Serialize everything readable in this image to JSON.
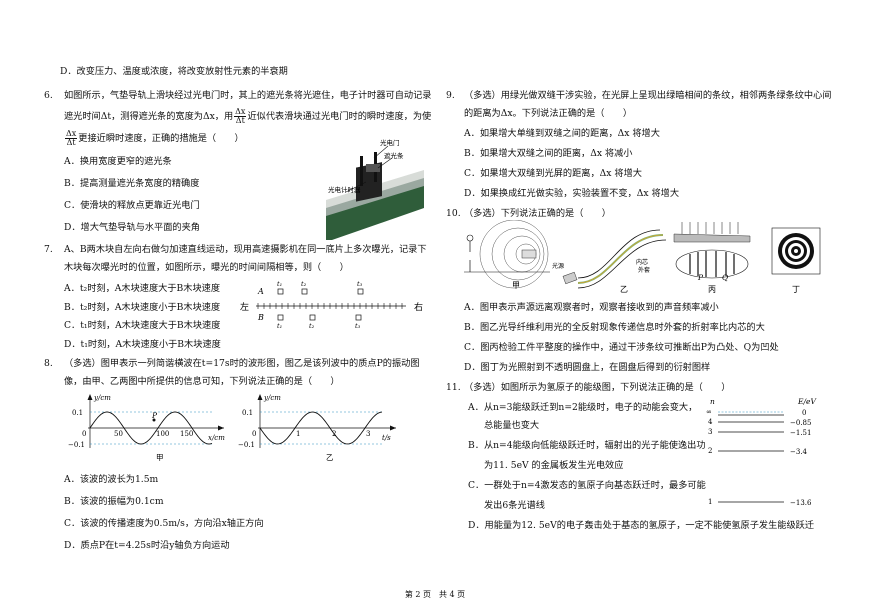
{
  "q5": {
    "optD": "D．改变压力、温度或浓度，将改变放射性元素的半衰期"
  },
  "q6": {
    "num": "6.",
    "l1": "如图所示，气垫导轨上滑块经过光电门时，其上的遮光条将光遮住，电子计时器可自动记录",
    "l2": "遮光时间Δt，测得遮光条的宽度为Δx，用",
    "l2b": "近似代表滑块通过光电门时的瞬时速度，为使",
    "l3": "更接近瞬时速度，正确的措施是（　　）",
    "frac_t": "Δx",
    "frac_b": "Δt",
    "opts": [
      "A．换用宽度更窄的遮光条",
      "B．提高测量遮光条宽度的精确度",
      "C．使滑块的释放点更靠近光电门",
      "D．增大气垫导轨与水平面的夹角"
    ],
    "fig": {
      "label1": "光电门",
      "label2": "遮光条",
      "label3": "光电计时器"
    }
  },
  "q7": {
    "num": "7.",
    "l1": "A、B两木块自左向右做匀加速直线运动，现用高速摄影机在同一底片上多次曝光，记录下",
    "l2": "木块每次曝光时的位置，如图所示，曝光的时间间隔相等，则（　　）",
    "opts": [
      "A．t₂时刻，A木块速度大于B木块速度",
      "B．t₂时刻，A木块速度小于B木块速度",
      "C．t₁时刻，A木块速度大于B木块速度",
      "D．t₁时刻，A木块速度小于B木块速度"
    ],
    "fig": {
      "left": "左",
      "right": "右",
      "A": "A",
      "B": "B",
      "t1": "t₁",
      "t2": "t₂",
      "t3": "t₃"
    }
  },
  "q8": {
    "num": "8.",
    "l1": "（多选）图甲表示一列简谐横波在t=17s时的波形图，图乙是该列波中的质点P的振动图",
    "l2": "像，由甲、乙两图中所提供的信息可知，下列说法正确的是（　　）",
    "opts": [
      "A．该波的波长为1.5m",
      "B．该波的振幅为0.1cm",
      "C．该波的传播速度为0.5m/s，方向沿x轴正方向",
      "D．质点P在t=4.25s时沿y轴负方向运动"
    ],
    "figA": {
      "ylabel": "y/cm",
      "xlabel": "x/cm",
      "yt1": "0.1",
      "y0": "0",
      "yt2": "−0.1",
      "x1": "50",
      "x2": "100",
      "x3": "150",
      "P": "P",
      "name": "甲"
    },
    "figB": {
      "ylabel": "y/cm",
      "xlabel": "t/s",
      "yt1": "0.1",
      "y0": "0",
      "yt2": "−0.1",
      "x1": "1",
      "x2": "2",
      "x3": "3",
      "name": "乙"
    }
  },
  "q9": {
    "num": "9.",
    "l1": "（多选）用绿光做双缝干涉实验，在光屏上呈现出绿暗相间的条纹，相邻两条绿条纹中心间",
    "l2": "的距离为Δx。下列说法正确的是（　　）",
    "opts": [
      "A．如果增大单缝到双缝之间的距离，Δx 将增大",
      "B．如果增大双缝之间的距离，Δx 将减小",
      "C．如果增大双缝到光屏的距离，Δx 将增大",
      "D．如果换成红光做实验，实验装置不变，Δx 将增大"
    ]
  },
  "q10": {
    "num": "10.",
    "l1": "（多选）下列说法正确的是（　　）",
    "labels": {
      "a": "甲",
      "b": "乙",
      "c": "丙",
      "d": "丁",
      "src": "光源",
      "inner": "内芯",
      "outer": "外套",
      "P": "P",
      "Q": "Q"
    },
    "opts": [
      "A．图甲表示声源远离观察者时，观察者接收到的声音频率减小",
      "B．图乙光导纤维利用光的全反射现象传递信息时外套的折射率比内芯的大",
      "C．图丙检验工件平整度的操作中，通过干涉条纹可推断出P为凸处、Q为凹处",
      "D．图丁为光照射到不透明圆盘上，在圆盘后得到的衍射图样"
    ]
  },
  "q11": {
    "num": "11.",
    "l1": "（多选）如图所示为氢原子的能级图，下列说法正确的是（　　）",
    "opts": [
      [
        "A．从n=3能级跃迁到n=2能级时，电子的动能会变大，",
        "总能量也变大"
      ],
      [
        "B．从n=4能级向低能级跃迁时，辐射出的光子能使逸出功",
        "为11. 5eV 的金属板发生光电效应"
      ],
      [
        "C．一群处于n=4激发态的氢原子向基态跃迁时，最多可能",
        "发出6条光谱线"
      ],
      [
        "D．用能量为12. 5eV的电子轰击处于基态的氢原子，一定不能使氢原子发生能级跃迁"
      ]
    ],
    "levels": {
      "n": "n",
      "E": "E/eV",
      "inf": "∞",
      "n4": "4",
      "n3": "3",
      "n2": "2",
      "n1": "1",
      "e0": "0",
      "e4": "−0.85",
      "e3": "−1.51",
      "e2": "−3.4",
      "e1": "−13.6"
    }
  },
  "footer": "第 2 页　共 4 页"
}
